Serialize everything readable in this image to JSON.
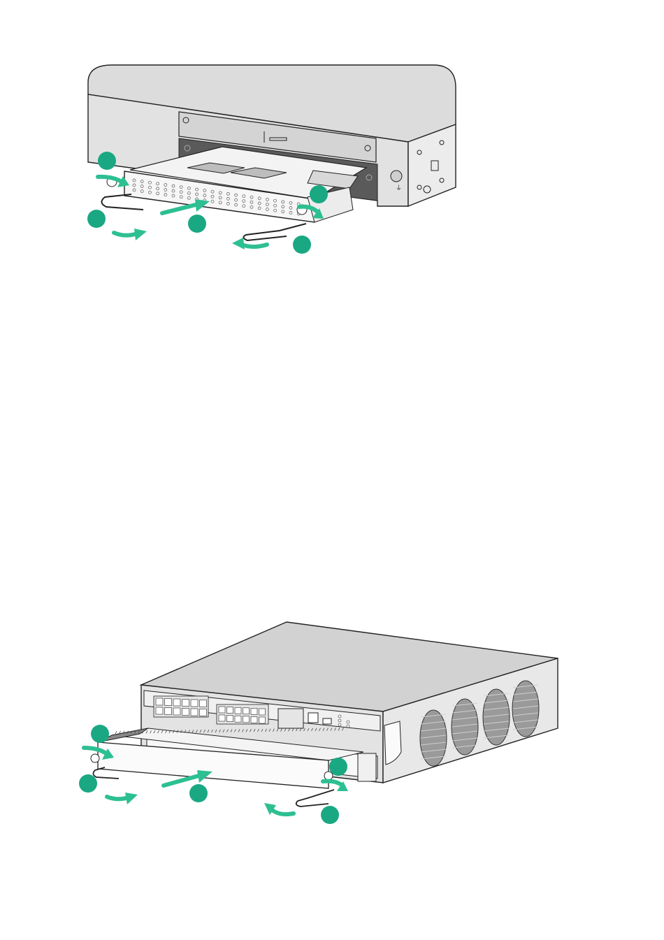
{
  "figures": [
    {
      "id": "top",
      "subject": "rack-chassis-slot",
      "markers": [
        {
          "label": ""
        },
        {
          "label": ""
        },
        {
          "label": ""
        },
        {
          "label": ""
        },
        {
          "label": ""
        }
      ]
    },
    {
      "id": "bottom",
      "subject": "desktop-router-chassis",
      "markers": [
        {
          "label": ""
        },
        {
          "label": ""
        },
        {
          "label": ""
        },
        {
          "label": ""
        },
        {
          "label": ""
        }
      ]
    }
  ],
  "colors": {
    "marker": "#1aa883",
    "arrow": "#2dbf92",
    "chassis_fill": "#dedede",
    "chassis_top": "#c8c8c8",
    "outline": "#222222"
  }
}
